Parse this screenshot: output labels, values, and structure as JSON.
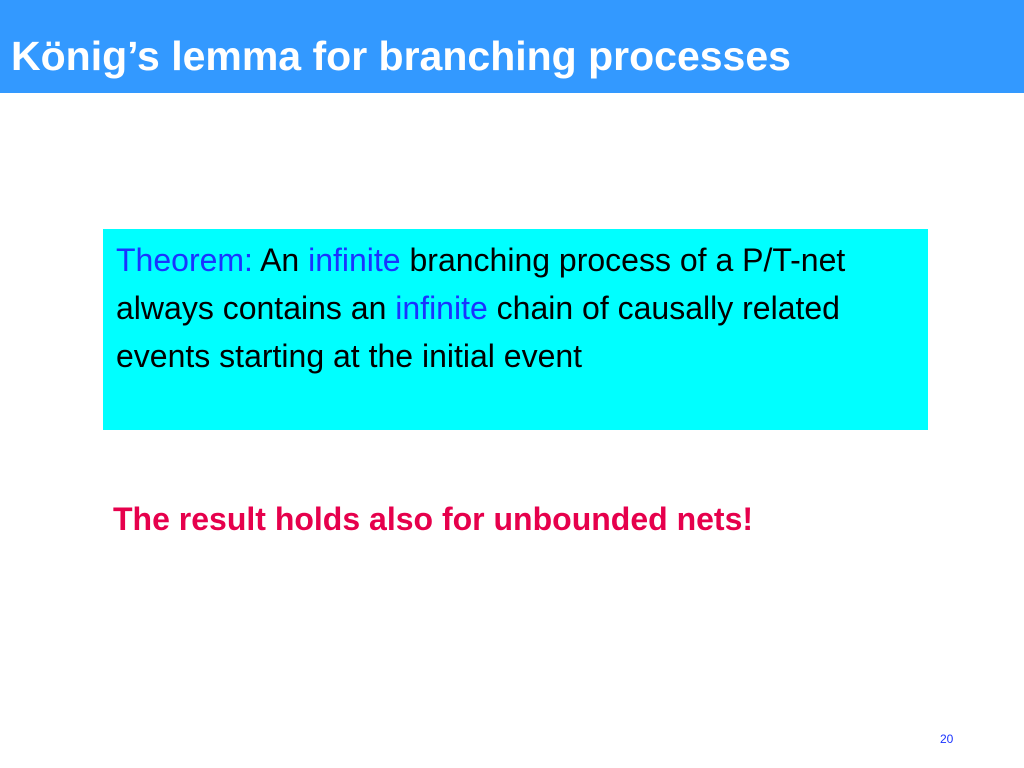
{
  "slide": {
    "title": "König’s lemma for branching processes",
    "theorem": {
      "label": "Theorem:",
      "part1": " An ",
      "infinite1": "infinite",
      "part2": " branching process of a P/T-net always contains an ",
      "infinite2": "infinite",
      "part3": " chain of causally related events starting at the initial event"
    },
    "highlight": "The result holds also for unbounded nets!",
    "page_number": "20"
  },
  "colors": {
    "title_bar": "#3399ff",
    "theorem_background": "#00ffff",
    "accent_blue": "#1a33ff",
    "highlight_red": "#e6004c"
  }
}
